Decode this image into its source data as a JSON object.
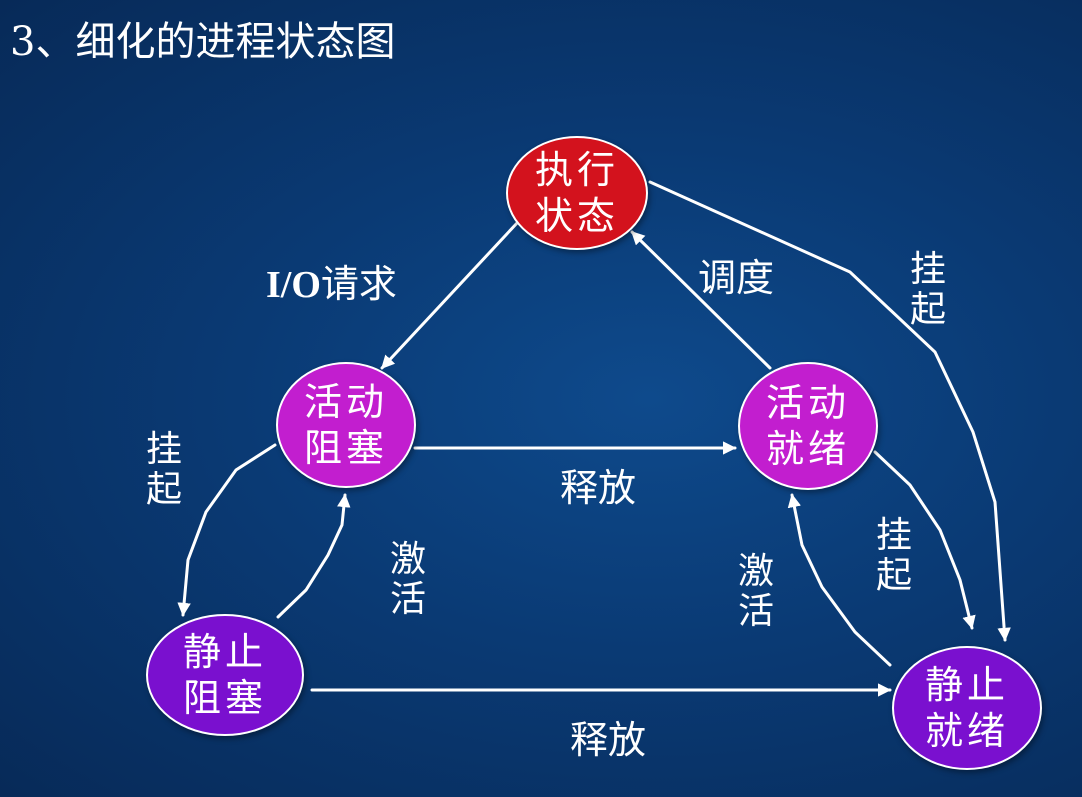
{
  "title": "3、细化的进程状态图",
  "nodes": {
    "exec": {
      "line1": "执行",
      "line2": "状态",
      "color": "#d3121d"
    },
    "active_blocked": {
      "line1": "活动",
      "line2": "阻塞",
      "color": "#c21ecf"
    },
    "active_ready": {
      "line1": "活动",
      "line2": "就绪",
      "color": "#c21ecf"
    },
    "static_blocked": {
      "line1": "静止",
      "line2": "阻塞",
      "color": "#7a10cf"
    },
    "static_ready": {
      "line1": "静止",
      "line2": "就绪",
      "color": "#7a10cf"
    }
  },
  "labels": {
    "io_request_prefix": "I/O",
    "io_request_suffix": "请求",
    "dispatch": "调度",
    "release_top": "释放",
    "release_bottom": "释放",
    "suspend_right_top": [
      "挂",
      "起"
    ],
    "suspend_left": [
      "挂",
      "起"
    ],
    "suspend_right_mid": [
      "挂",
      "起"
    ],
    "activate_left": [
      "激",
      "活"
    ],
    "activate_right": [
      "激",
      "活"
    ]
  }
}
